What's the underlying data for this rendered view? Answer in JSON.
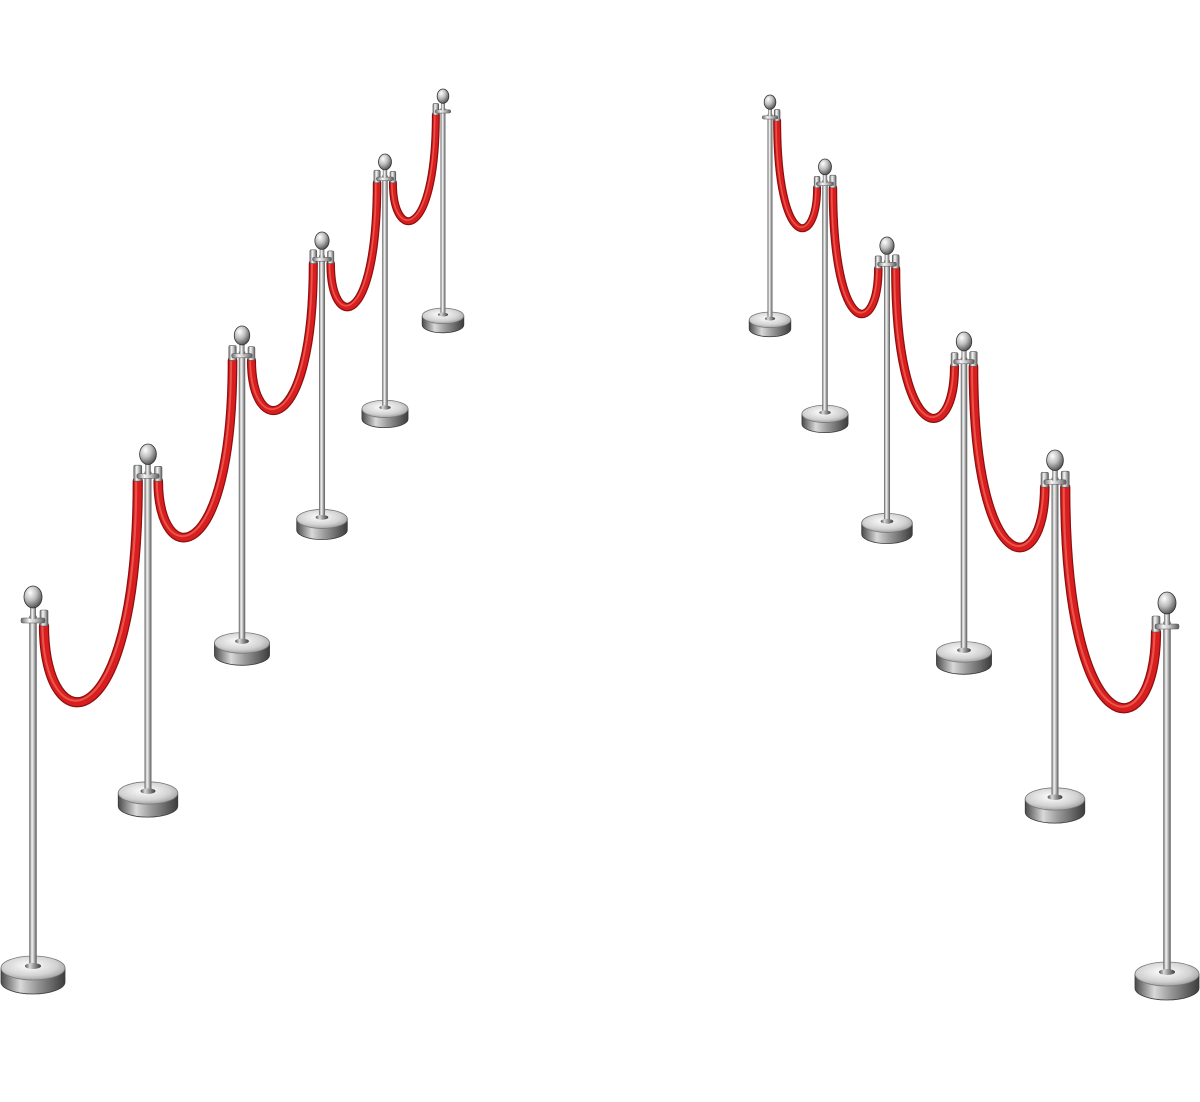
{
  "scene": {
    "subject": "stanchions-with-velvet-ropes",
    "background_color": "#ffffff",
    "rope_color": "#d81e1e",
    "rope_highlight_color": "#f0645a",
    "metal_light_color": "#f4f4f4",
    "metal_mid_color": "#b9b9b9",
    "metal_dark_color": "#5a5a5a",
    "left_row_stanchion_count": 6,
    "right_row_stanchion_count": 6,
    "left_row_rope_count": 5,
    "right_row_rope_count": 5
  }
}
